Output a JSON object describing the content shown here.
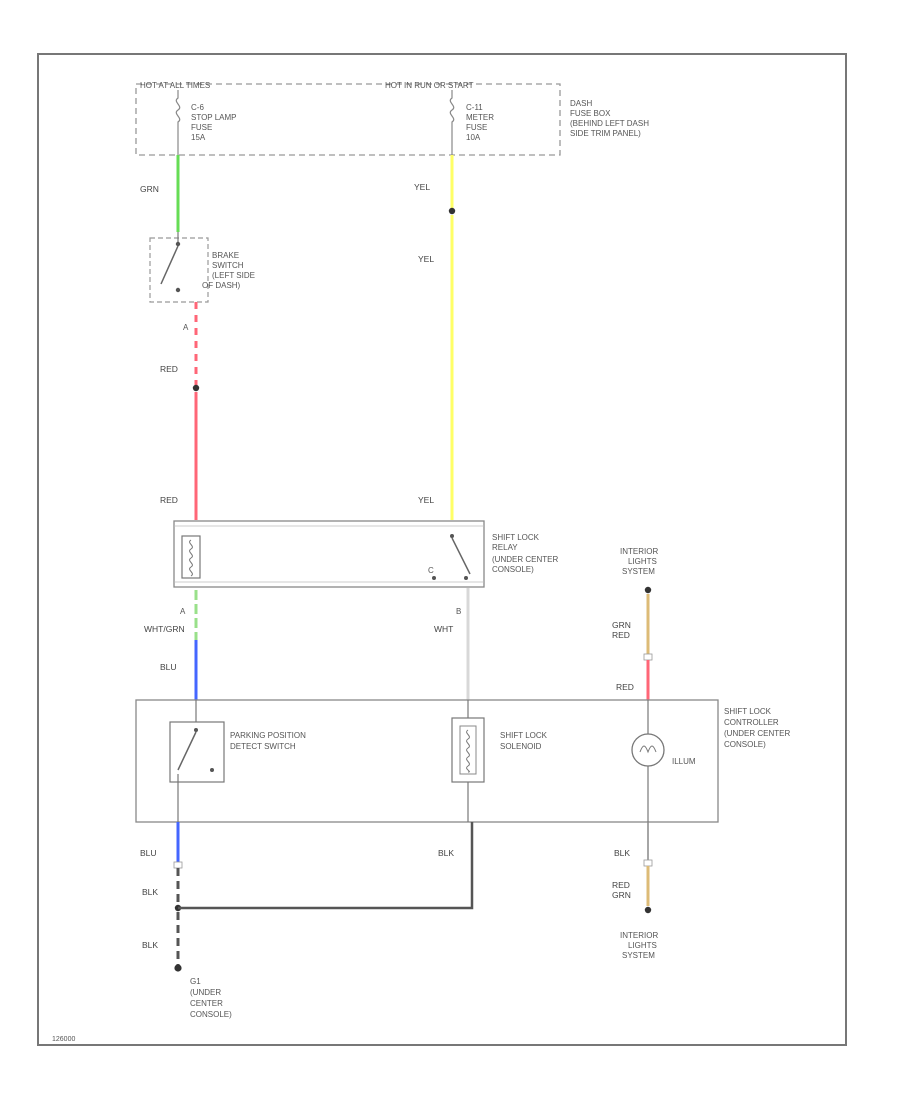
{
  "header": {
    "hot_at_all_times": "HOT AT ALL TIMES",
    "hot_in_run_or_start": "HOT IN RUN OR START",
    "fuse_box_label": [
      "DASH",
      "FUSE BOX",
      "(BEHIND LEFT DASH",
      "SIDE TRIM PANEL)"
    ]
  },
  "fuses": {
    "stop_lamp": [
      "C-6",
      "STOP LAMP",
      "FUSE",
      "15A"
    ],
    "meter": [
      "C-11",
      "METER",
      "FUSE",
      "10A"
    ]
  },
  "wires": {
    "grn": "GRN",
    "yel_1": "YEL",
    "yel_2": "YEL",
    "red_1": "RED",
    "red_2": "RED",
    "yel_3": "YEL",
    "wht_grn": "WHT/GRN",
    "wht": "WHT",
    "blu": "BLU",
    "blu_2": "BLU",
    "blk_1": "BLK",
    "blk_2": "BLK",
    "blk_3": "BLK",
    "blk_4": "BLK",
    "grn_red": [
      "GRN",
      "RED"
    ],
    "red_3": "RED",
    "red_grn": [
      "RED",
      "GRN"
    ]
  },
  "components": {
    "brake_switch": [
      "BRAKE",
      "SWITCH",
      "(LEFT SIDE",
      "OF DASH)"
    ],
    "shift_lock_relay": [
      "SHIFT LOCK",
      "RELAY",
      "(UNDER CENTER",
      "CONSOLE)"
    ],
    "parking_position_switch": [
      "PARKING POSITION",
      "DETECT SWITCH"
    ],
    "shift_lock_solenoid": [
      "SHIFT LOCK",
      "SOLENOID"
    ],
    "shift_lock_controller": [
      "SHIFT LOCK",
      "CONTROLLER",
      "(UNDER CENTER",
      "CONSOLE)"
    ],
    "illum": "ILLUM",
    "interior_lights_top": [
      "INTERIOR",
      "LIGHTS",
      "SYSTEM"
    ],
    "interior_lights_bottom": [
      "INTERIOR",
      "LIGHTS",
      "SYSTEM"
    ],
    "ground": [
      "G1",
      "(UNDER",
      "CENTER",
      "CONSOLE)"
    ]
  },
  "pins": {
    "brake_a": "A",
    "relay_a": "A",
    "relay_b": "B",
    "relay_c": "C"
  },
  "footer": {
    "code": "126000"
  },
  "colors": {
    "grn": "#66dd55",
    "yel": "#ffff66",
    "red": "#ff6677",
    "blu": "#4466ff",
    "wht": "#d8d8d8",
    "blk": "#555555",
    "tan": "#ddbb77",
    "frame": "#777777"
  }
}
